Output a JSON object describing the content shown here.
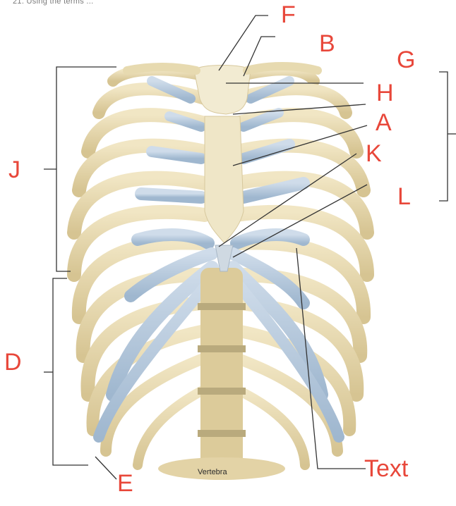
{
  "header_text": "21. Using the terms  ...",
  "labels": {
    "F": "F",
    "B": "B",
    "G": "G",
    "H": "H",
    "A": "A",
    "K": "K",
    "L": "L",
    "J": "J",
    "D": "D",
    "E": "E",
    "text": "Text"
  },
  "vertebra_caption": "Vertebra",
  "colors": {
    "label": "#e8473a",
    "bone": "#eadcb4",
    "bone_shadow": "#c9b98a",
    "cartilage": "#b8cde0",
    "leader": "#333333"
  }
}
